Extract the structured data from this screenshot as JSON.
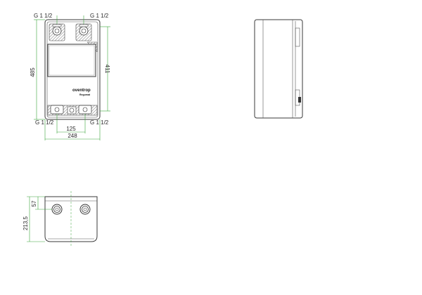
{
  "front_view": {
    "top_left_connection": "G 1 1/2",
    "top_right_connection": "G 1 1/2",
    "bottom_left_connection": "G 1 1/2",
    "bottom_right_connection": "G 1 1/2",
    "height_total": "485",
    "height_inner": "411",
    "spacing_connections": "125",
    "width_total": "248",
    "brand_name": "oventrop",
    "brand_sub": "Regumat"
  },
  "bottom_view": {
    "depth_total": "213,5",
    "connection_offset": "57"
  },
  "colors": {
    "outline": "#3a3a3a",
    "dimension": "#3aa33a"
  }
}
